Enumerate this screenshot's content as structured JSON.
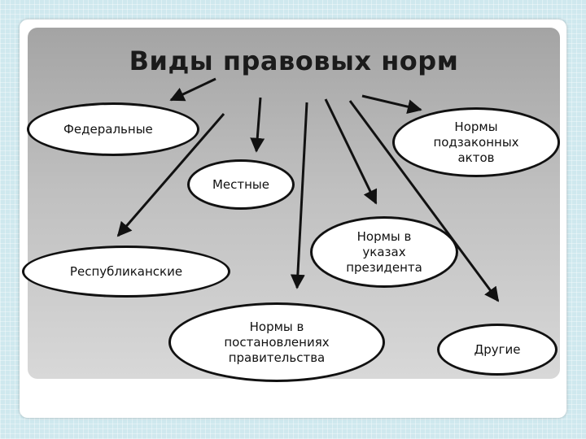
{
  "title": "Виды правовых норм",
  "nodes": {
    "federal": "Федеральные",
    "bylaws": "Нормы\nподзаконных\nактов",
    "local": "Местные",
    "republican": "Республиканские",
    "decrees": "Нормы в\nуказах\nпрезидента",
    "resolutions": "Нормы в\nпостановлениях\nправительства",
    "other": "Другие"
  },
  "colors": {
    "outline": "#111111",
    "panel": "#bfbfbf",
    "background": "#cfe8ee"
  }
}
